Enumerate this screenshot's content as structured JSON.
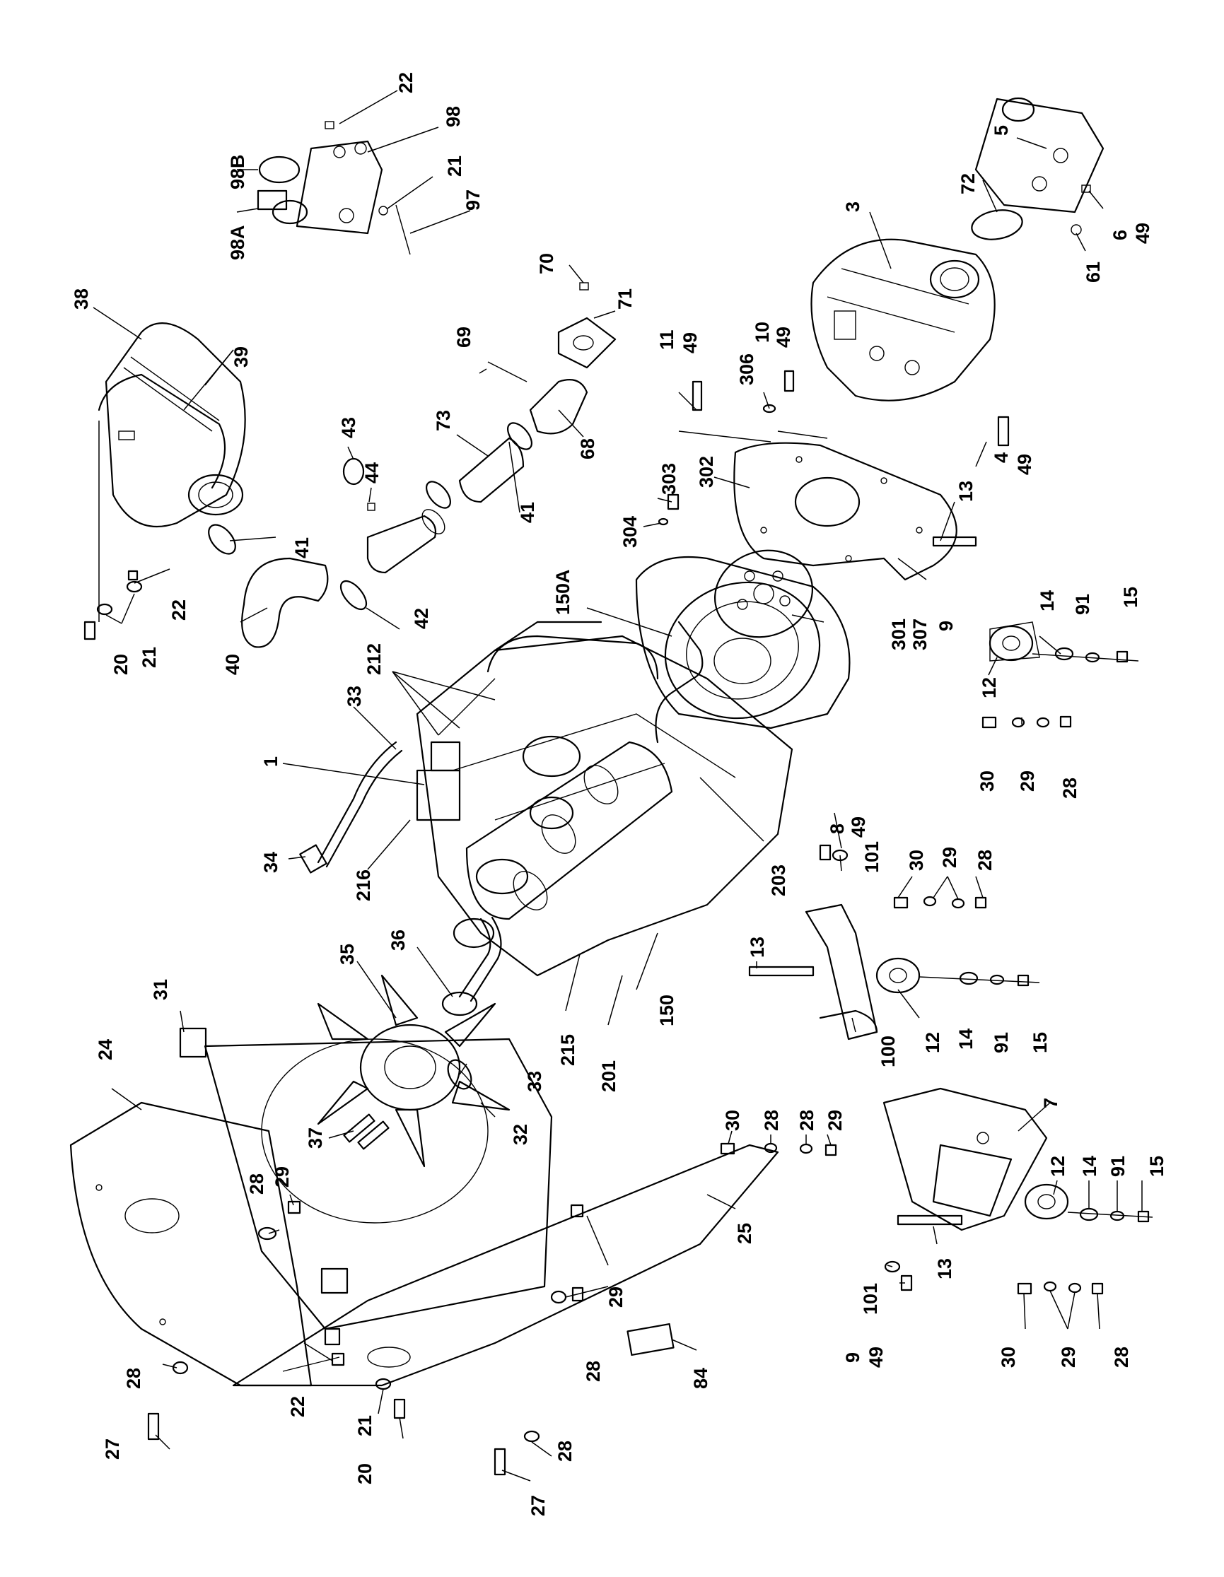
{
  "callouts": [
    {
      "id": "c1",
      "text": "22"
    },
    {
      "id": "c2",
      "text": "98"
    },
    {
      "id": "c3",
      "text": "98B"
    },
    {
      "id": "c4",
      "text": "21"
    },
    {
      "id": "c5",
      "text": "97"
    },
    {
      "id": "c6",
      "text": "98A"
    },
    {
      "id": "c7",
      "text": "38"
    },
    {
      "id": "c8",
      "text": "39"
    },
    {
      "id": "c9",
      "text": "70"
    },
    {
      "id": "c10",
      "text": "71"
    },
    {
      "id": "c11",
      "text": "69"
    },
    {
      "id": "c12",
      "text": "73"
    },
    {
      "id": "c13",
      "text": "68"
    },
    {
      "id": "c14",
      "text": "43"
    },
    {
      "id": "c15",
      "text": "44"
    },
    {
      "id": "c16",
      "text": "41"
    },
    {
      "id": "c17",
      "text": "41"
    },
    {
      "id": "c18",
      "text": "42"
    },
    {
      "id": "c19",
      "text": "40"
    },
    {
      "id": "c20",
      "text": "22"
    },
    {
      "id": "c21",
      "text": "21"
    },
    {
      "id": "c22",
      "text": "20"
    },
    {
      "id": "c23",
      "text": "5"
    },
    {
      "id": "c24",
      "text": "72"
    },
    {
      "id": "c25",
      "text": "3"
    },
    {
      "id": "c26",
      "text": "6"
    },
    {
      "id": "c27",
      "text": "49"
    },
    {
      "id": "c28",
      "text": "61"
    },
    {
      "id": "c29",
      "text": "11"
    },
    {
      "id": "c30",
      "text": "49"
    },
    {
      "id": "c31",
      "text": "306"
    },
    {
      "id": "c32",
      "text": "10"
    },
    {
      "id": "c33",
      "text": "49"
    },
    {
      "id": "c34",
      "text": "4"
    },
    {
      "id": "c35",
      "text": "49"
    },
    {
      "id": "c36",
      "text": "13"
    },
    {
      "id": "c37",
      "text": "303"
    },
    {
      "id": "c38",
      "text": "304"
    },
    {
      "id": "c39",
      "text": "302"
    },
    {
      "id": "c40",
      "text": "150A"
    },
    {
      "id": "c41",
      "text": "9"
    },
    {
      "id": "c42",
      "text": "301"
    },
    {
      "id": "c43",
      "text": "307"
    },
    {
      "id": "c44",
      "text": "14"
    },
    {
      "id": "c45",
      "text": "91"
    },
    {
      "id": "c46",
      "text": "15"
    },
    {
      "id": "c47",
      "text": "12"
    },
    {
      "id": "c48",
      "text": "30"
    },
    {
      "id": "c49",
      "text": "29"
    },
    {
      "id": "c50",
      "text": "28"
    },
    {
      "id": "c51",
      "text": "212"
    },
    {
      "id": "c52",
      "text": "33"
    },
    {
      "id": "c53",
      "text": "1"
    },
    {
      "id": "c54",
      "text": "34"
    },
    {
      "id": "c55",
      "text": "216"
    },
    {
      "id": "c56",
      "text": "8"
    },
    {
      "id": "c57",
      "text": "49"
    },
    {
      "id": "c58",
      "text": "101"
    },
    {
      "id": "c59",
      "text": "30"
    },
    {
      "id": "c60",
      "text": "29"
    },
    {
      "id": "c61",
      "text": "28"
    },
    {
      "id": "c62",
      "text": "203"
    },
    {
      "id": "c63",
      "text": "31"
    },
    {
      "id": "c64",
      "text": "35"
    },
    {
      "id": "c65",
      "text": "36"
    },
    {
      "id": "c66",
      "text": "13"
    },
    {
      "id": "c67",
      "text": "100"
    },
    {
      "id": "c68",
      "text": "12"
    },
    {
      "id": "c69",
      "text": "14"
    },
    {
      "id": "c70",
      "text": "91"
    },
    {
      "id": "c71",
      "text": "15"
    },
    {
      "id": "c72",
      "text": "150"
    },
    {
      "id": "c73",
      "text": "215"
    },
    {
      "id": "c74",
      "text": "201"
    },
    {
      "id": "c75",
      "text": "24"
    },
    {
      "id": "c76",
      "text": "33"
    },
    {
      "id": "c77",
      "text": "37"
    },
    {
      "id": "c78",
      "text": "32"
    },
    {
      "id": "c79",
      "text": "30"
    },
    {
      "id": "c80",
      "text": "28"
    },
    {
      "id": "c81",
      "text": "28"
    },
    {
      "id": "c82",
      "text": "29"
    },
    {
      "id": "c83",
      "text": "7"
    },
    {
      "id": "c84",
      "text": "29"
    },
    {
      "id": "c85",
      "text": "28"
    },
    {
      "id": "c86",
      "text": "12"
    },
    {
      "id": "c87",
      "text": "14"
    },
    {
      "id": "c88",
      "text": "91"
    },
    {
      "id": "c89",
      "text": "15"
    },
    {
      "id": "c90",
      "text": "13"
    },
    {
      "id": "c91",
      "text": "25"
    },
    {
      "id": "c92",
      "text": "101"
    },
    {
      "id": "c93",
      "text": "9"
    },
    {
      "id": "c94",
      "text": "49"
    },
    {
      "id": "c95",
      "text": "30"
    },
    {
      "id": "c96",
      "text": "29"
    },
    {
      "id": "c97",
      "text": "28"
    },
    {
      "id": "c98",
      "text": "29"
    },
    {
      "id": "c99",
      "text": "28"
    },
    {
      "id": "c100",
      "text": "84"
    },
    {
      "id": "c101",
      "text": "28"
    },
    {
      "id": "c102",
      "text": "27"
    },
    {
      "id": "c103",
      "text": "22"
    },
    {
      "id": "c104",
      "text": "21"
    },
    {
      "id": "c105",
      "text": "20"
    },
    {
      "id": "c106",
      "text": "28"
    },
    {
      "id": "c107",
      "text": "27"
    }
  ]
}
